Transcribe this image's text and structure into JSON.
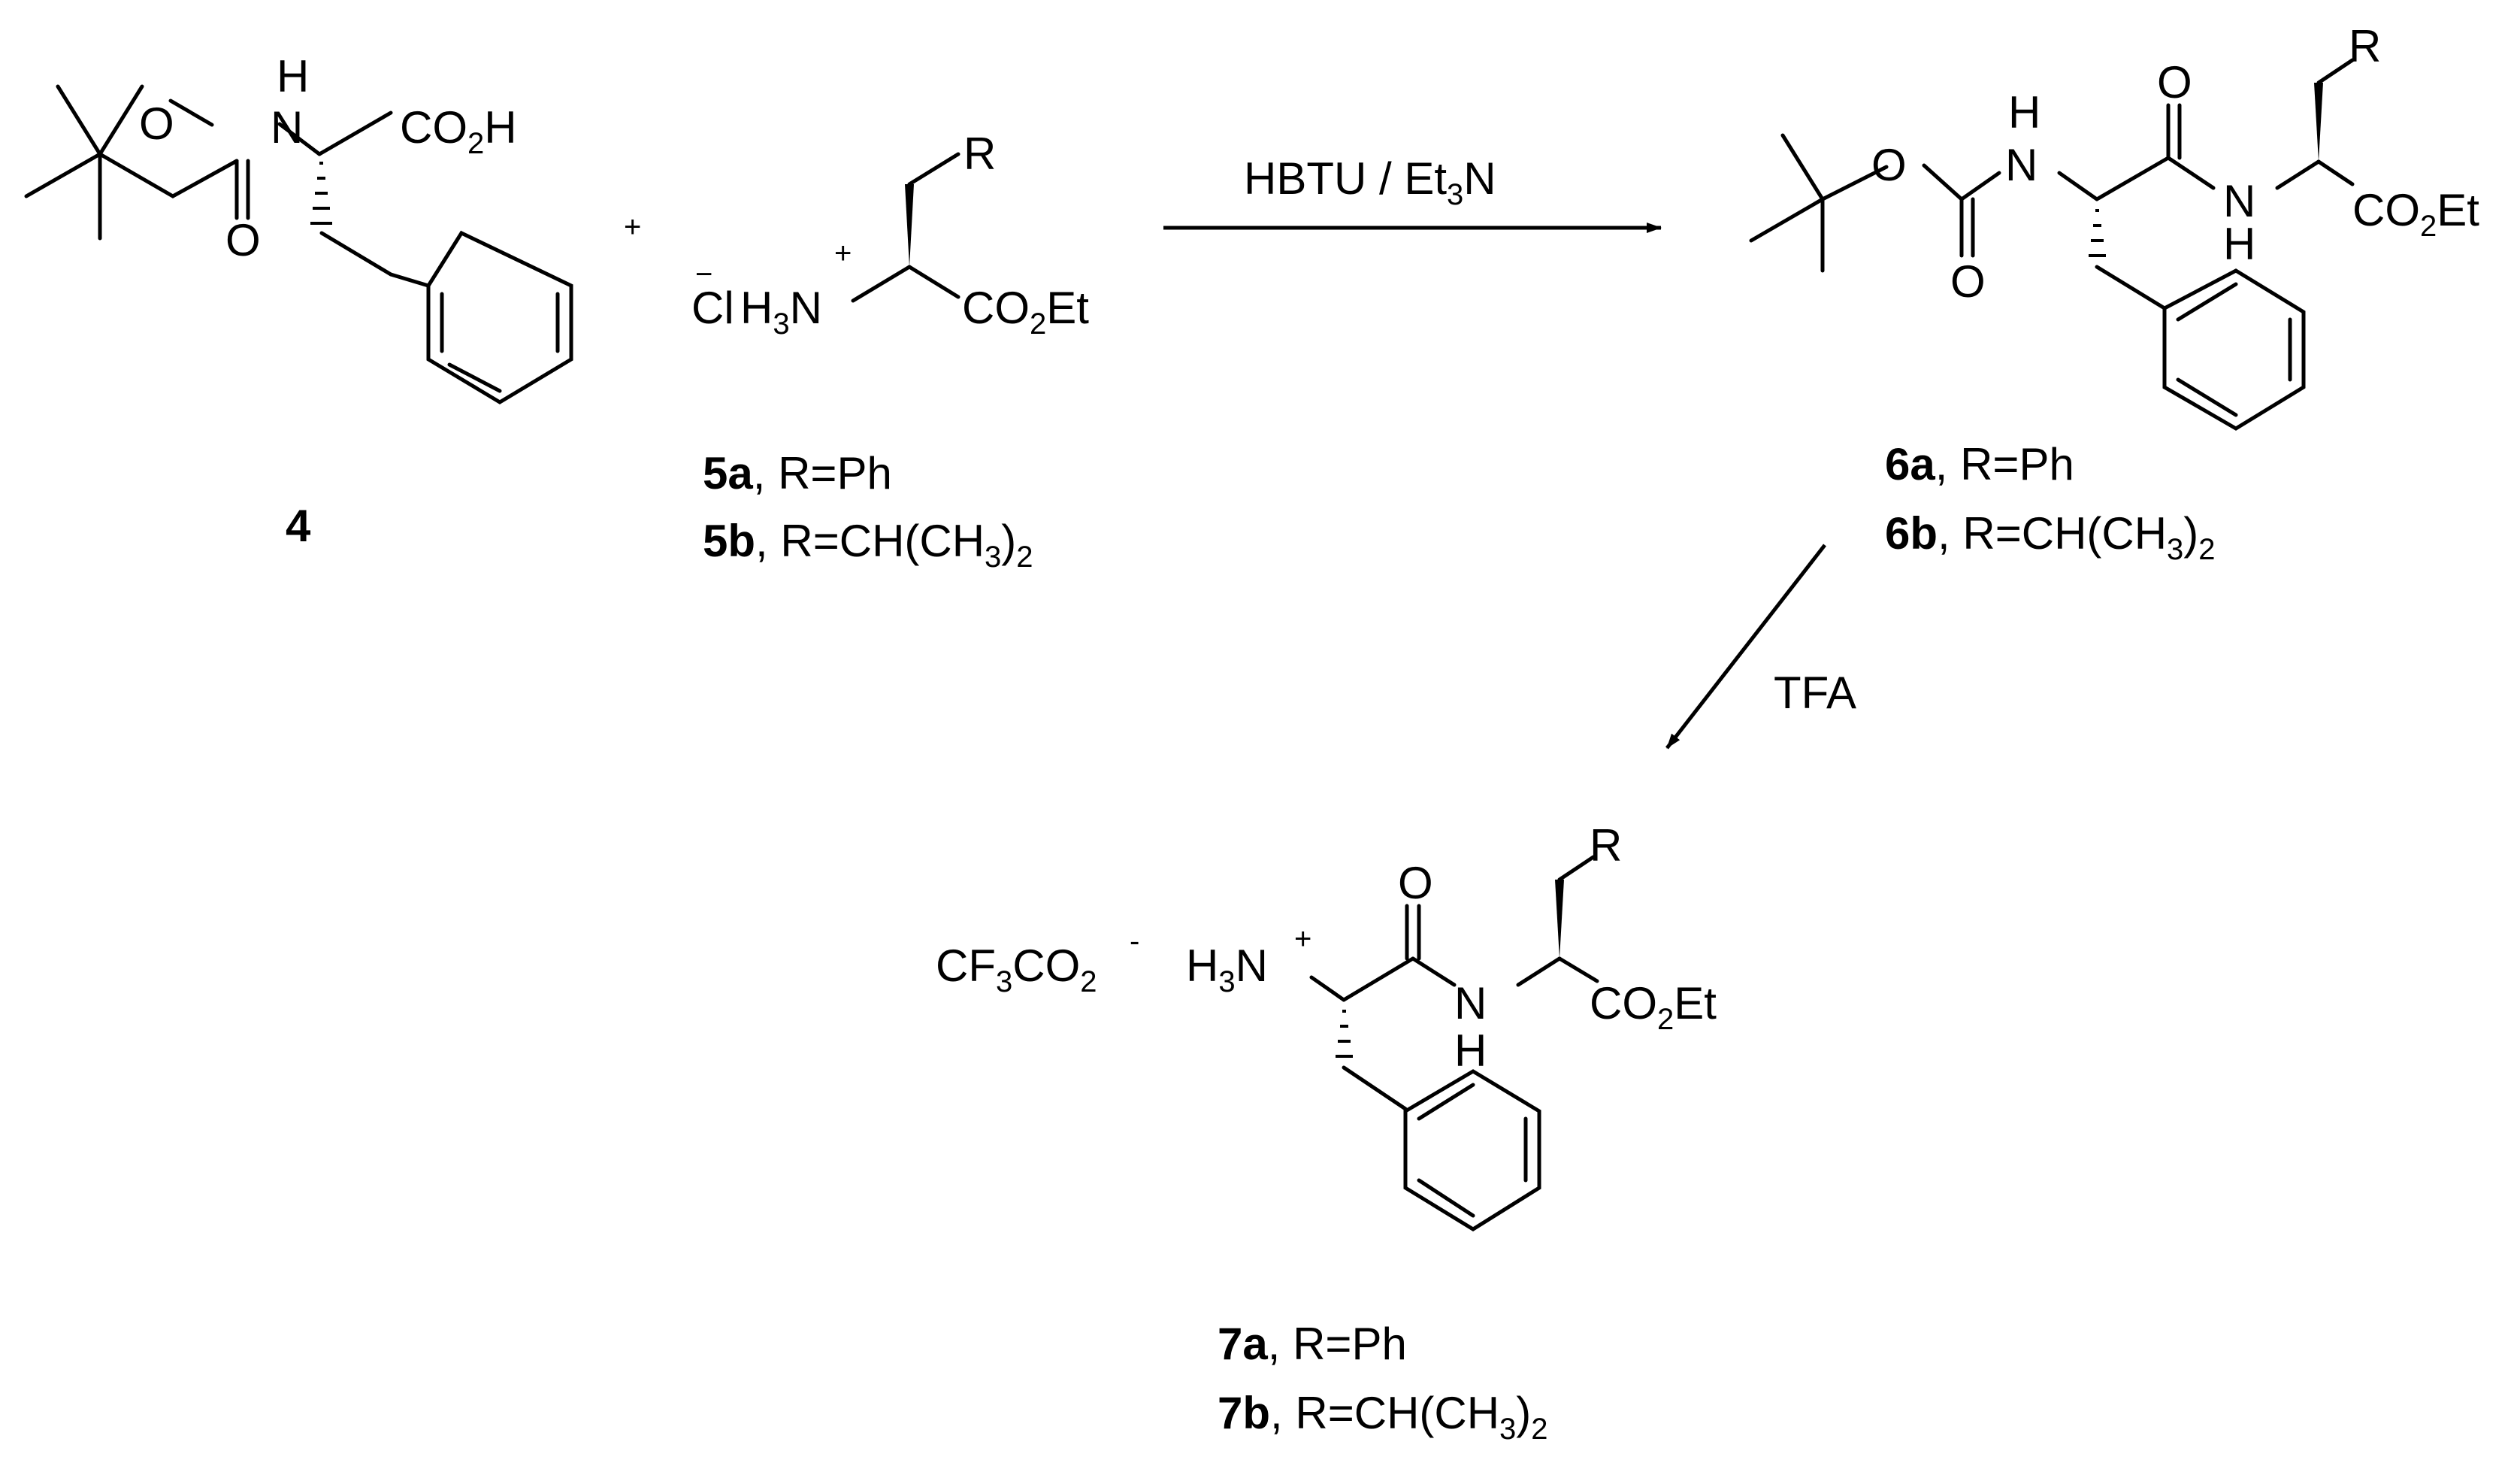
{
  "compound_4": {
    "atoms": {
      "o_ester": "O",
      "nh_n": "N",
      "nh_h": "H",
      "carbonyl_o": "O",
      "acid_co": "CO",
      "acid_sub": "2",
      "acid_h": "H"
    },
    "label": "4"
  },
  "compound_5": {
    "atoms": {
      "cl": "Cl",
      "cl_charge": "−",
      "h3n_h": "H",
      "h3n_sub": "3",
      "h3n_n": "N",
      "n_charge": "+",
      "ester_co": "CO",
      "ester_sub": "2",
      "ester_et": "Et",
      "r": "R"
    },
    "plus_sign": "+",
    "label_a": {
      "id": "5a",
      "desc": ", R=Ph"
    },
    "label_b": {
      "id": "5b",
      "desc_pre": ", R=CH(CH",
      "desc_sub": "3",
      "desc_post": ")",
      "desc_sub2": "2"
    }
  },
  "reaction_1": {
    "reagent_pre": "HBTU / Et",
    "reagent_sub": "3",
    "reagent_post": "N"
  },
  "compound_6": {
    "atoms": {
      "o_ester": "O",
      "nh1_n": "N",
      "nh1_h": "H",
      "carbonyl_o1": "O",
      "carbonyl_o2": "O",
      "nh2_n": "N",
      "nh2_h": "H",
      "ester_co": "CO",
      "ester_sub": "2",
      "ester_et": "Et",
      "r": "R"
    },
    "label_a": {
      "id": "6a",
      "desc": ", R=Ph"
    },
    "label_b": {
      "id": "6b",
      "desc_pre": ", R=CH(CH",
      "desc_sub": "3",
      "desc_post": ")",
      "desc_sub2": "2"
    }
  },
  "reaction_2": {
    "reagent": "TFA"
  },
  "compound_7": {
    "atoms": {
      "cf": "CF",
      "cf_sub": "3",
      "co": "CO",
      "co_sub": "2",
      "anion_charge": "-",
      "h3n_h": "H",
      "h3n_sub": "3",
      "h3n_n": "N",
      "n_charge": "+",
      "carbonyl_o": "O",
      "nh_n": "N",
      "nh_h": "H",
      "ester_co": "CO",
      "ester_sub": "2",
      "ester_et": "Et",
      "r": "R"
    },
    "label_a": {
      "id": "7a",
      "desc": ", R=Ph"
    },
    "label_b": {
      "id": "7b",
      "desc_pre": ", R=CH(CH",
      "desc_sub": "3",
      "desc_post": ")",
      "desc_sub2": "2"
    }
  }
}
